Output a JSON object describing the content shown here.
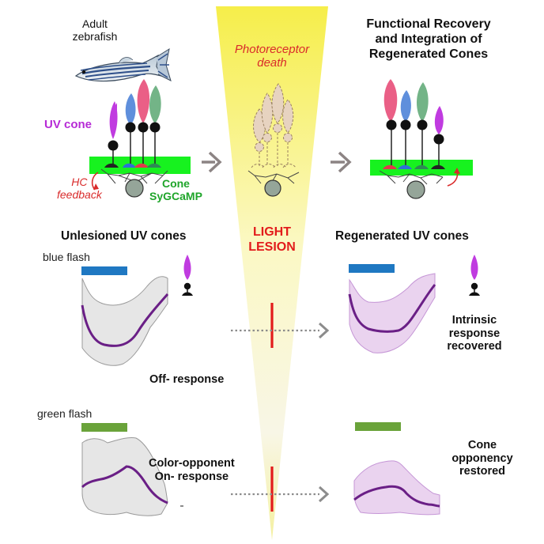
{
  "top": {
    "adult_zebrafish": "Adult\nzebrafish",
    "photoreceptor_death": "Photoreceptor\ndeath",
    "functional_recovery": "Functional Recovery\nand Integration of\nRegenerated Cones",
    "uv_cone": "UV cone",
    "hc_feedback": "HC\nfeedback",
    "cone_sygcamp": "Cone\nSyGCaMP"
  },
  "middle": {
    "unlesioned_title": "Unlesioned UV cones",
    "light_lesion": "LIGHT\nLESION",
    "regenerated_title": "Regenerated UV cones"
  },
  "panels": {
    "blue_flash": "blue flash",
    "green_flash": "green flash",
    "off_response": "Off- response",
    "color_opponent": "Color-opponent\nOn- response",
    "intrinsic": "Intrinsic\nresponse\nrecovered",
    "opponency": "Cone\nopponency\nrestored"
  },
  "colors": {
    "uv": "#c03be0",
    "blue": "#5f8fdc",
    "red": "#ea5f86",
    "green": "#73b487",
    "bar_blue": "#1f78c2",
    "bar_green": "#6aa33a",
    "trace": "#6a1f86",
    "lesion_red": "#e21b1b",
    "sygcamp": "#17f21f",
    "cone_yellow": "#f7f060"
  }
}
